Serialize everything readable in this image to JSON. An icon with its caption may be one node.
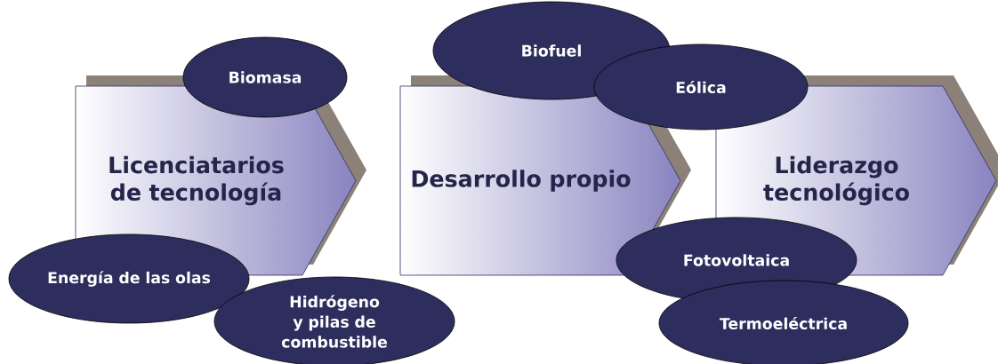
{
  "diagram": {
    "nodes": [
      {
        "text": [
          "Licenciatarios de tecnología"
        ]
      },
      {
        "text": [
          "Desarrollo propio"
        ]
      },
      {
        "text": [
          "Liderazgo tecnológico"
        ]
      },
      {
        "text": [
          "Biomasa"
        ]
      },
      {
        "text": [
          "Biofuel"
        ]
      },
      {
        "text": [
          "Eólica"
        ]
      },
      {
        "text": [
          "Energía de las olas"
        ]
      },
      {
        "text": [
          "Hidrógeno y pilas de combustible"
        ]
      },
      {
        "text": [
          "Fotovoltaica"
        ]
      },
      {
        "text": [
          "Termoeléctrica"
        ]
      }
    ]
  }
}
